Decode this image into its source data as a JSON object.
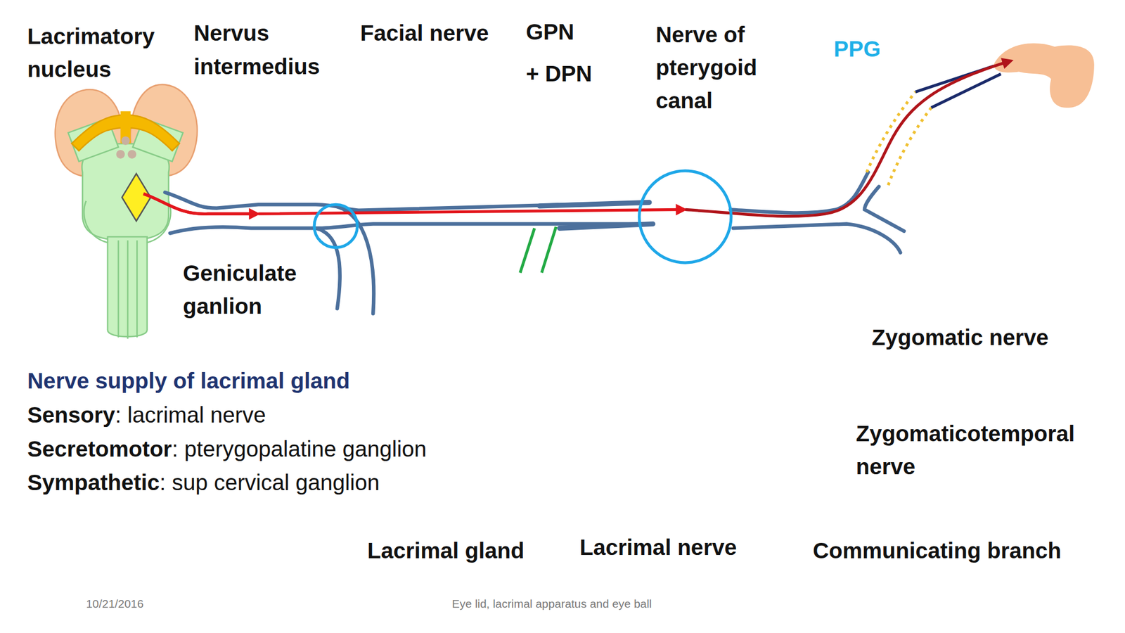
{
  "diagram": {
    "labels": [
      "Lacrimatory nucleus",
      "Nervus intermedius",
      "Facial nerve",
      "GPN",
      "+ DPN",
      "Nerve of pterygoid canal",
      "PPG",
      "Geniculate ganlion",
      "Zygomatic nerve",
      "Nerve supply of lacrimal gland",
      "Sensory",
      ": lacrimal nerve",
      "Secretomotor",
      ": pterygopalatine ganglion",
      "Sympathetic",
      ": sup cervical ganglion",
      "Zygomaticotemporal nerve",
      "Lacrimal gland",
      "Lacrimal nerve",
      "Communicating branch",
      "10/21/2016",
      "Eye lid, lacrimal apparatus and eye ball"
    ]
  }
}
